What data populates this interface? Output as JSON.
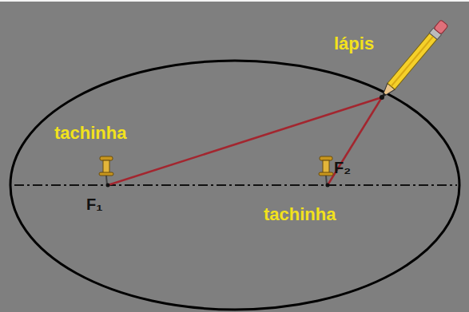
{
  "diagram": {
    "labels": [
      "lápis",
      "tachinha",
      "F₂",
      "F₁",
      "tachinha"
    ]
  }
}
